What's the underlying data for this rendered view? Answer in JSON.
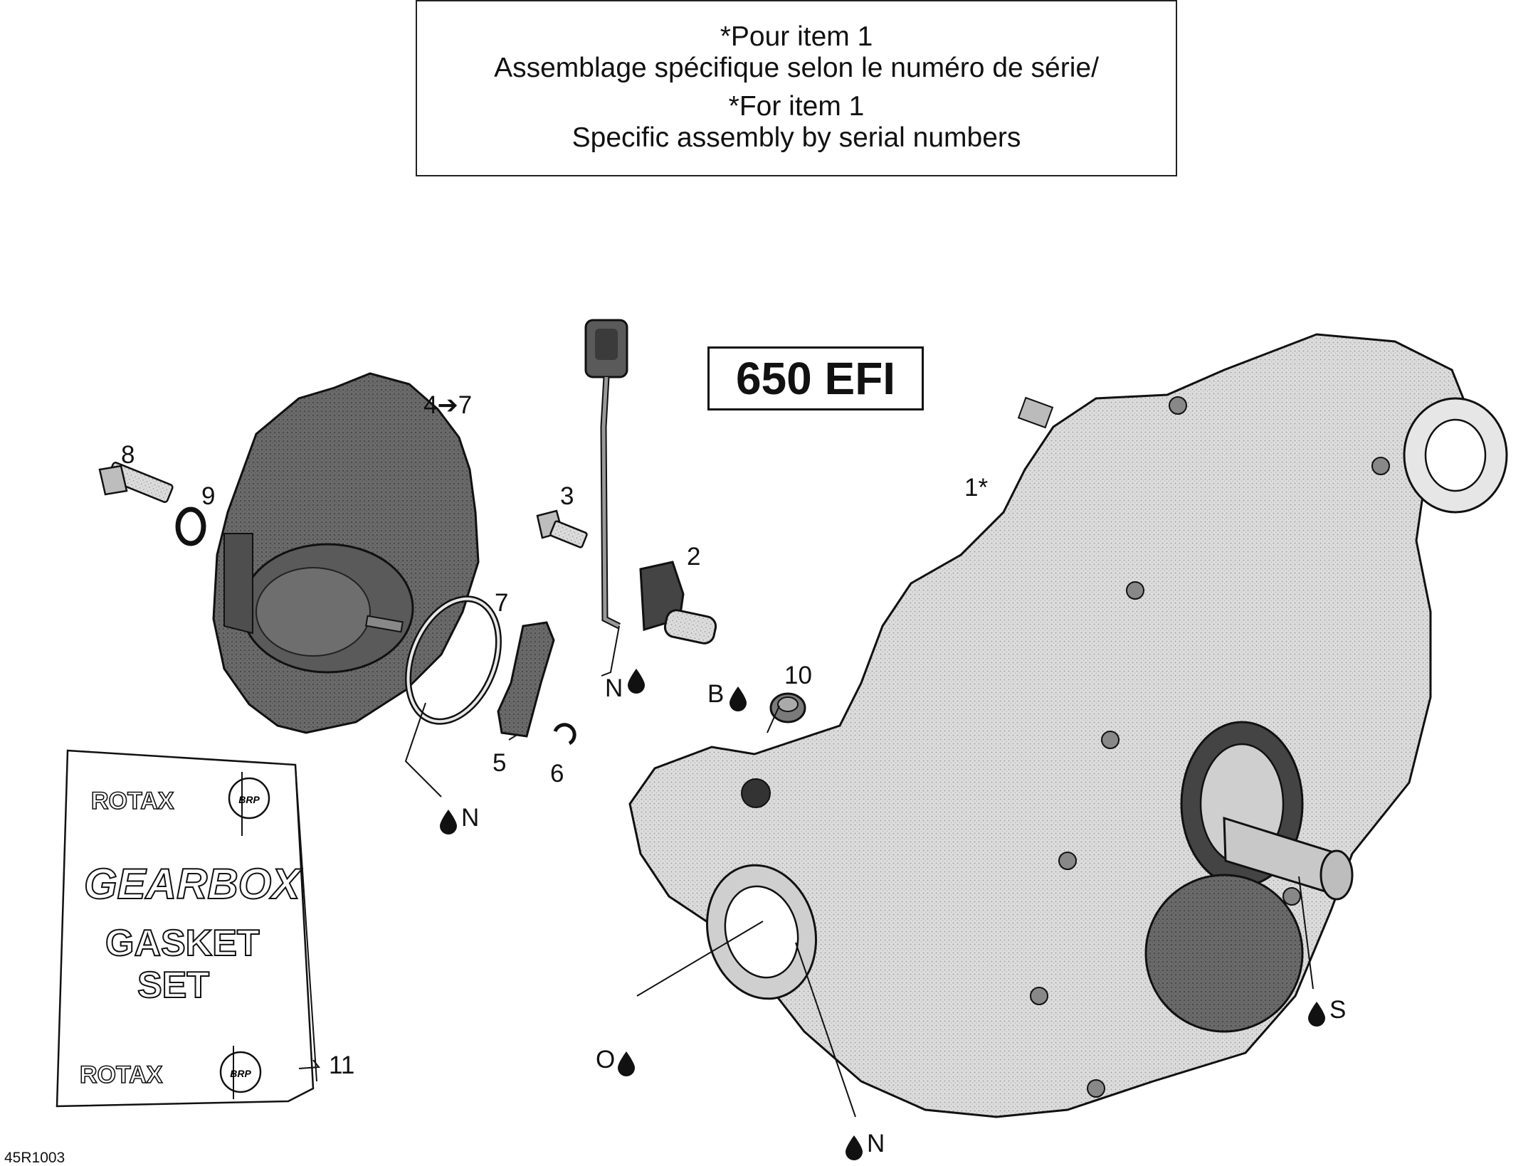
{
  "note": {
    "lines": [
      "*Pour item 1",
      "Assemblage spécifique selon le numéro de série/",
      "*For item 1",
      "Specific assembly by serial numbers"
    ]
  },
  "model": "650 EFI",
  "callouts": {
    "c1": "1*",
    "c2": "2",
    "c3": "3",
    "c4": "4➔7",
    "c5": "5",
    "c6": "6",
    "c7": "7",
    "c8": "8",
    "c9": "9",
    "c10": "10",
    "c11": "11"
  },
  "lubricants": {
    "n_sensor": "N",
    "b_plug": "B",
    "n_oring": "N",
    "o_bearing": "O",
    "n_bottom": "N",
    "s_shaft": "S"
  },
  "gasket_kit": {
    "brand_top": "ROTAX",
    "title_1": "GEARBOX",
    "title_2": "GASKET",
    "title_3": "SET",
    "brand_bottom": "ROTAX",
    "emblem": "BRP"
  },
  "figure_id": "45R1003",
  "colors": {
    "ink": "#111111",
    "part_dark": "#4a4a4a",
    "part_light": "#d9d9d9"
  }
}
